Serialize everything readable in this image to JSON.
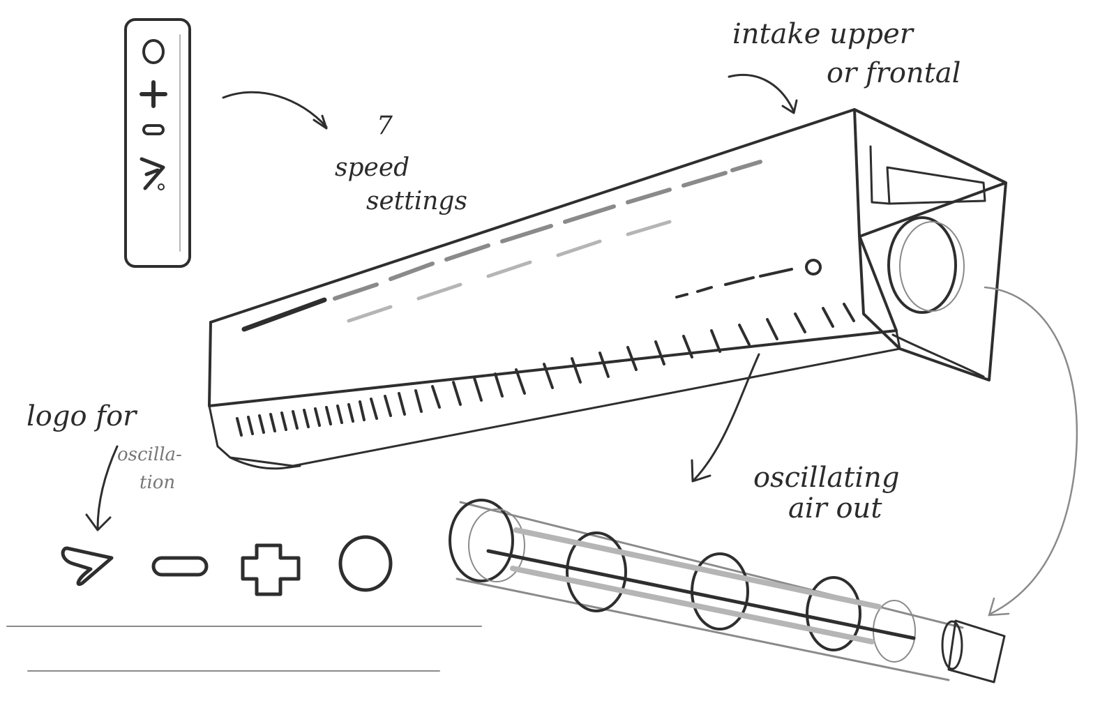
{
  "annotations": {
    "intake_line1": "intake upper",
    "intake_line2": "or frontal",
    "speed_line1": "7",
    "speed_line2": "speed",
    "speed_line3": "settings",
    "logo_line1": "logo for",
    "logo_line2": "oscilla-",
    "logo_line3": "tion",
    "oscillating_line1": "oscillating",
    "oscillating_line2": "air out"
  },
  "remote_buttons": [
    "power-icon",
    "plus-icon",
    "minus-icon",
    "oscillation-icon"
  ],
  "icon_row": [
    "oscillation-icon",
    "minus-icon",
    "plus-icon",
    "power-icon"
  ],
  "colors": {
    "pencil": "#2e2e2e",
    "shade": "#8a8a8a",
    "paper": "#ffffff"
  }
}
